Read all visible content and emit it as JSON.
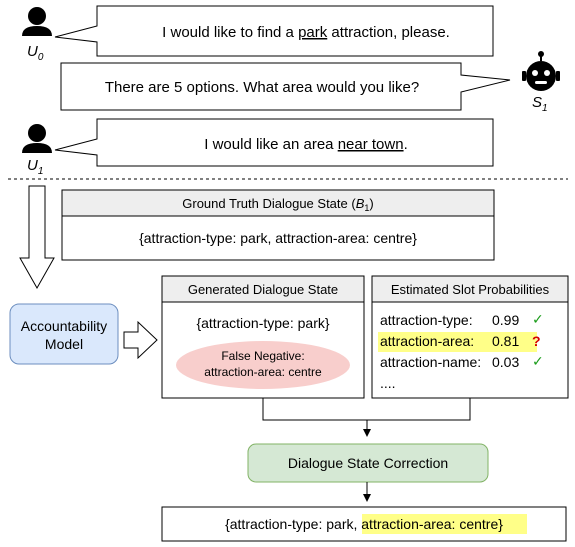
{
  "dialogue": {
    "u0": {
      "speaker": "U",
      "speaker_sub": "0",
      "before": "I would like to find a ",
      "keyword": "park",
      "after": " attraction, please."
    },
    "s1": {
      "speaker": "S",
      "speaker_sub": "1",
      "text": "There are 5 options. What area would you like?"
    },
    "u1": {
      "speaker": "U",
      "speaker_sub": "1",
      "before": "I would like an area ",
      "keyword": "near town",
      "after": "."
    }
  },
  "ground_truth": {
    "header_prefix": "Ground Truth Dialogue State (",
    "header_var": "B",
    "header_sub": "1",
    "header_suffix": ")",
    "state": "{attraction-type: park, attraction-area: centre}"
  },
  "accountability_model": {
    "line1": "Accountability",
    "line2": "Model"
  },
  "generated_state": {
    "header": "Generated Dialogue State",
    "state": "{attraction-type: park}",
    "false_negative_line1": "False Negative:",
    "false_negative_line2": "attraction-area: centre"
  },
  "slot_probabilities": {
    "header": "Estimated Slot Probabilities",
    "rows": [
      {
        "slot": "attraction-type:",
        "prob": "0.99",
        "mark": "✓",
        "highlight": false
      },
      {
        "slot": "attraction-area:",
        "prob": "0.81",
        "mark": "?",
        "highlight": true
      },
      {
        "slot": "attraction-name:",
        "prob": "0.03",
        "mark": "✓",
        "highlight": false
      }
    ],
    "more": "...."
  },
  "correction": {
    "label": "Dialogue State Correction"
  },
  "final_state": {
    "prefix": "{attraction-type: park, ",
    "highlight": "attraction-area: centre",
    "suffix": "}"
  },
  "colors": {
    "header_fill": "#eeeeee",
    "model_fill": "#dae8fc",
    "model_stroke": "#6c8ebf",
    "correction_fill": "#d5e8d4",
    "correction_stroke": "#82b366",
    "false_negative_fill": "#f8cecc",
    "highlight": "#ffff88",
    "check": "#1a9c1a",
    "question": "#d40000"
  }
}
